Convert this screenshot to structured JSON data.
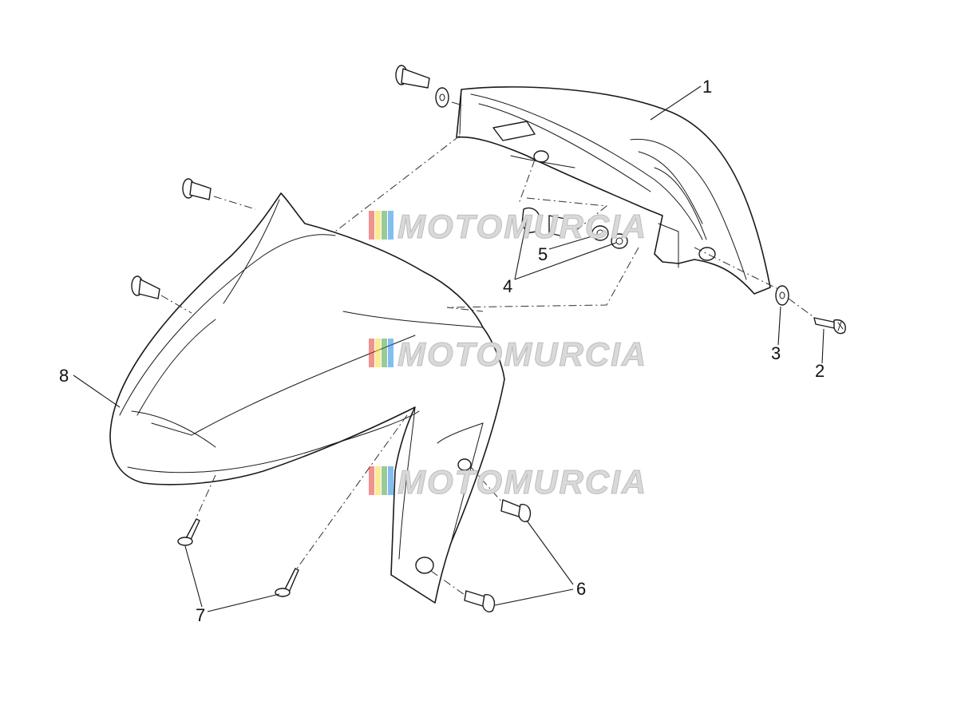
{
  "callouts": [
    {
      "id": "1",
      "label": "1"
    },
    {
      "id": "2",
      "label": "2"
    },
    {
      "id": "3",
      "label": "3"
    },
    {
      "id": "4",
      "label": "4"
    },
    {
      "id": "5",
      "label": "5"
    },
    {
      "id": "6",
      "label": "6"
    },
    {
      "id": "7",
      "label": "7"
    },
    {
      "id": "8",
      "label": "8"
    }
  ],
  "watermark": {
    "text": "MOTOMURCIA",
    "colors": [
      "#e53935",
      "#fdd835",
      "#43a047",
      "#1e88e5"
    ]
  }
}
